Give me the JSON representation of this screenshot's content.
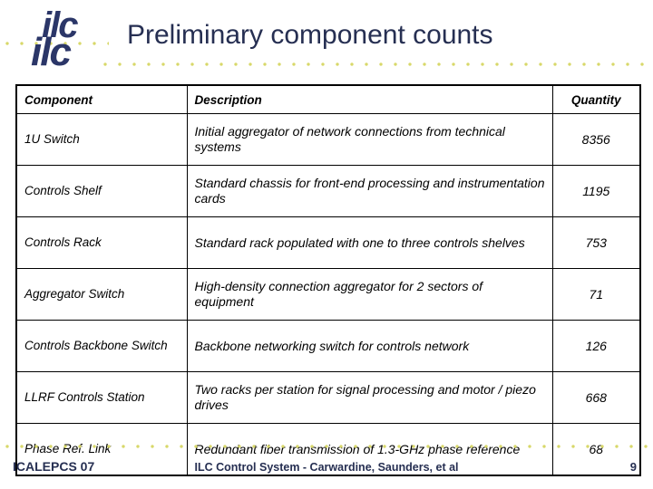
{
  "slide": {
    "title": "Preliminary component counts",
    "logo": {
      "word_top": "ilc",
      "word_bottom": "ilc"
    },
    "colors": {
      "title_navy": "#262f52",
      "logo_navy": "#2b3668",
      "dot_olive": "#d8d86a",
      "table_border": "#000000",
      "slide_background": "#ffffff"
    }
  },
  "table": {
    "headers": {
      "component": "Component",
      "description": "Description",
      "quantity": "Quantity"
    },
    "rows": [
      {
        "component": "1U Switch",
        "description": "Initial aggregator of network connections from technical systems",
        "quantity": "8356"
      },
      {
        "component": "Controls Shelf",
        "description": "Standard chassis for front-end processing and instrumentation cards",
        "quantity": "1195"
      },
      {
        "component": "Controls Rack",
        "description": "Standard rack populated with one to three controls shelves",
        "quantity": "753"
      },
      {
        "component": "Aggregator Switch",
        "description": "High-density connection aggregator for 2 sectors of equipment",
        "quantity": "71"
      },
      {
        "component": "Controls Backbone Switch",
        "description": "Backbone networking switch for controls network",
        "quantity": "126"
      },
      {
        "component": "LLRF Controls Station",
        "description": "Two racks per station for signal processing and motor / piezo drives",
        "quantity": "668"
      },
      {
        "component": "Phase Ref. Link",
        "description": "Redundant fiber transmission of 1.3-GHz phase reference",
        "quantity": "68"
      }
    ]
  },
  "footer": {
    "left": "ICALEPCS 07",
    "center": "ILC Control System - Carwardine, Saunders, et al",
    "page_number": "9"
  }
}
